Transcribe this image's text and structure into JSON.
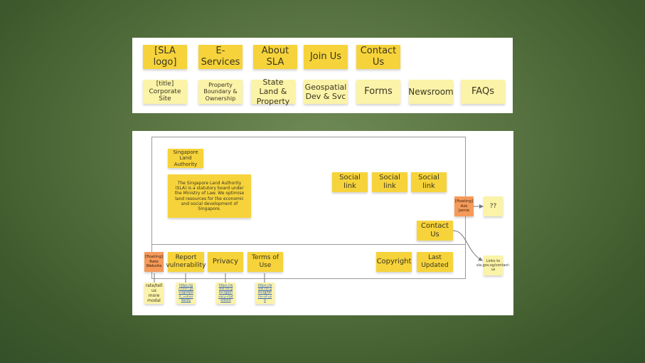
{
  "header": {
    "nav": [
      "[SLA logo]",
      "E-Services",
      "About SLA",
      "Join Us",
      "Contact Us"
    ],
    "subnav": [
      "[title] Corporate Site",
      "Property Boundary & Ownership",
      "State Land & Property",
      "Geospatial Dev & Svc",
      "Forms",
      "Newsroom",
      "FAQs"
    ]
  },
  "footer": {
    "org_name": "Singapore Land Authority",
    "description": "The Singapore Land Authority (SLA) is a statutory board under the Ministry of Law. We optimise land resources for the economic and social development of Singapore.",
    "social": [
      "Social link",
      "Social link",
      "Social link"
    ],
    "ask_jamie": "[floating] Ask Jamie",
    "unknown": "??",
    "contact_us": "Contact Us",
    "contact_link": "Links to sla.gov.sg/contact-us",
    "rate": "[floating] Rate Website",
    "rate_note": "rate/tell us more modal",
    "report": "Report vulnerability",
    "report_link": "https://go.tech.gov.sg/report_vulnerability",
    "privacy": "Privacy",
    "privacy_link": "https://www.sla.gov.sg/privacy-statement",
    "terms": "Terms of Use",
    "terms_link": "https://www.sla.gov.sg/terms-of-use",
    "copyright": "Copyright",
    "last_updated": "Last Updated"
  },
  "colors": {
    "note": "#f6d33a",
    "light_note": "#fbf3a8",
    "floating": "#f59a59"
  }
}
